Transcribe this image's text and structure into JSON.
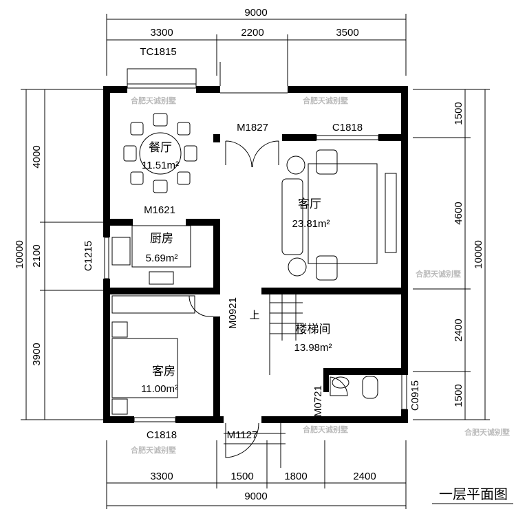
{
  "title": "一层平面图",
  "dimensions": {
    "top_total": "9000",
    "top": [
      "3300",
      "2200",
      "3500"
    ],
    "bottom": [
      "3300",
      "1500",
      "1800",
      "2400"
    ],
    "bottom_total": "9000",
    "left_total": "10000",
    "left": [
      "4000",
      "2100",
      "3900"
    ],
    "right_total": "10000",
    "right": [
      "1500",
      "4600",
      "2400",
      "1500"
    ]
  },
  "openings": {
    "tc1815": "TC1815",
    "m1827": "M1827",
    "c1818_top": "C1818",
    "m1621": "M1621",
    "c1215": "C1215",
    "m0921": "M0921",
    "m0721": "M0721",
    "c0915": "C0915",
    "c1818_bottom": "C1818",
    "m1127": "M1127"
  },
  "rooms": [
    {
      "name": "餐厅",
      "area": "11.51m²"
    },
    {
      "name": "客厅",
      "area": "23.81m²"
    },
    {
      "name": "厨房",
      "area": "5.69m²"
    },
    {
      "name": "楼梯间",
      "area": "13.98m²"
    },
    {
      "name": "客房",
      "area": "11.00m²"
    }
  ],
  "stair_label": "上",
  "watermark": "合肥天诚别墅"
}
